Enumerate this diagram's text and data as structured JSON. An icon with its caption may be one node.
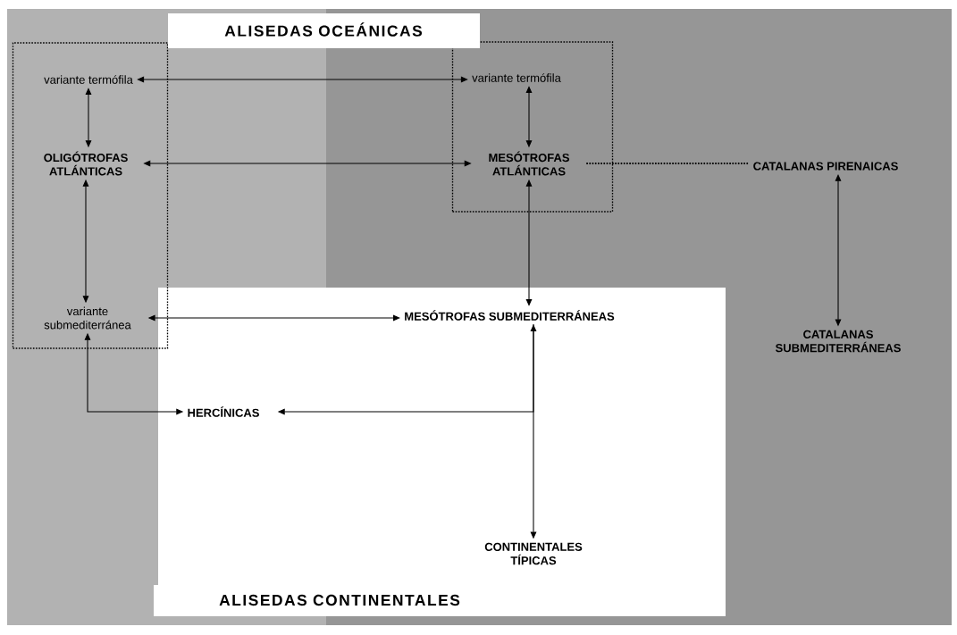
{
  "diagram": {
    "nodes": [
      {
        "text": [],
        "shape": "box"
      },
      {
        "text": [
          "variante termófila"
        ],
        "in": 0
      },
      {
        "text": [
          "OLIGÓTROFAS ATLÁNTICAS"
        ],
        "in": 0
      },
      {
        "text": [
          "variante submediterránea"
        ],
        "in": 0
      },
      {
        "text": [],
        "shape": "box"
      },
      {
        "text": [
          "variante termófila"
        ],
        "in": 4
      },
      {
        "text": [
          "MESÓTROFAS ATLÁNTICAS"
        ],
        "in": 4
      },
      {
        "text": [
          "CATALANAS PIRENAICAS"
        ]
      },
      {
        "text": [
          "CATALANAS SUBMEDITERRÁNEAS"
        ]
      },
      {
        "text": [
          "MESÓTROFAS SUBMEDITERRÁNEAS"
        ]
      },
      {
        "text": [
          "HERCÍNICAS"
        ]
      },
      {
        "text": [
          "CONTINENTALES TÍPICAS"
        ]
      }
    ],
    "edges": [
      {
        "from": 1,
        "to": 5,
        "arrow": "both"
      },
      {
        "from": 1,
        "to": 2,
        "arrow": "both"
      },
      {
        "from": 2,
        "to": 6,
        "arrow": "both"
      },
      {
        "from": 2,
        "to": 3,
        "arrow": "both"
      },
      {
        "from": 5,
        "to": 6,
        "arrow": "both"
      },
      {
        "from": 6,
        "to": 9,
        "arrow": "both"
      },
      {
        "from": 6,
        "to": 7,
        "arrow": "none",
        "style": "dashed"
      },
      {
        "from": 7,
        "to": 8,
        "arrow": "both"
      },
      {
        "from": 3,
        "to": 9,
        "arrow": "both"
      },
      {
        "from": 3,
        "to": 10,
        "arrow": "both"
      },
      {
        "from": 9,
        "to": 10,
        "arrow": "to"
      },
      {
        "from": 9,
        "to": 11,
        "arrow": "both"
      }
    ],
    "labels": [
      "ALISEDAS OCEÁNICAS",
      "ALISEDAS CONTINENTALES"
    ]
  }
}
